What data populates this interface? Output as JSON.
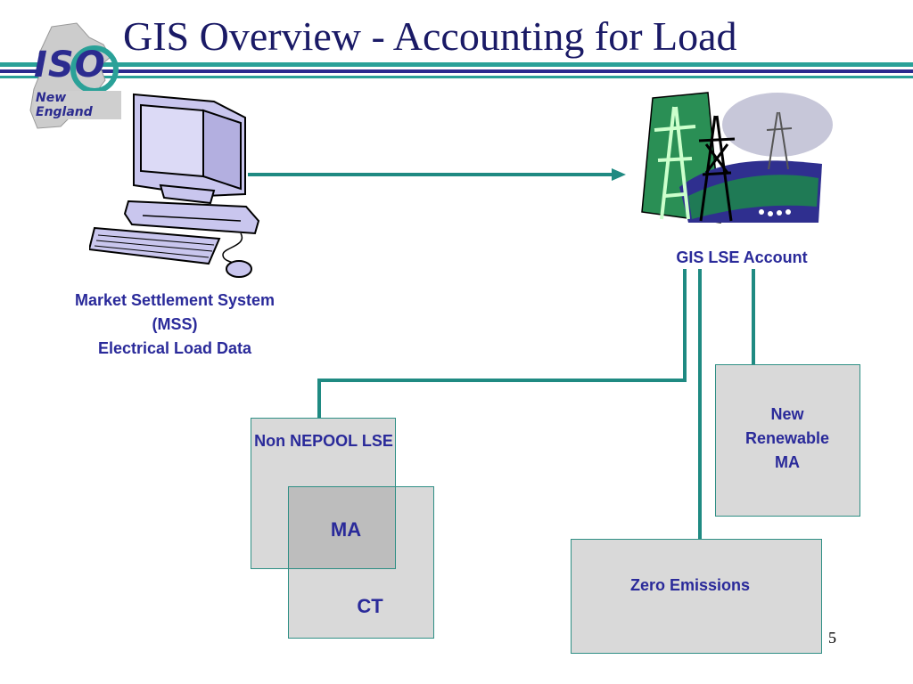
{
  "slide": {
    "title": "GIS Overview - Accounting for Load",
    "page_number": "5"
  },
  "logo": {
    "line1": "ISO",
    "line2": "New England"
  },
  "mss": {
    "line1": "Market Settlement System",
    "line2": "(MSS)",
    "line3": "Electrical Load Data"
  },
  "gis_account": {
    "label": "GIS LSE Account"
  },
  "boxes": {
    "non_nepool": "Non NEPOOL LSE",
    "ma": "MA",
    "ct": "CT",
    "new_renewable": "New Renewable MA",
    "zero_emissions": "Zero Emissions"
  },
  "colors": {
    "title": "#1a1a66",
    "label": "#2a2a9a",
    "connector": "#1f8a82",
    "box_fill": "#d9d9d9",
    "overlap_fill": "#bdbdbd",
    "rule_teal": "#2aa198",
    "rule_blue": "#2b2b8f"
  }
}
